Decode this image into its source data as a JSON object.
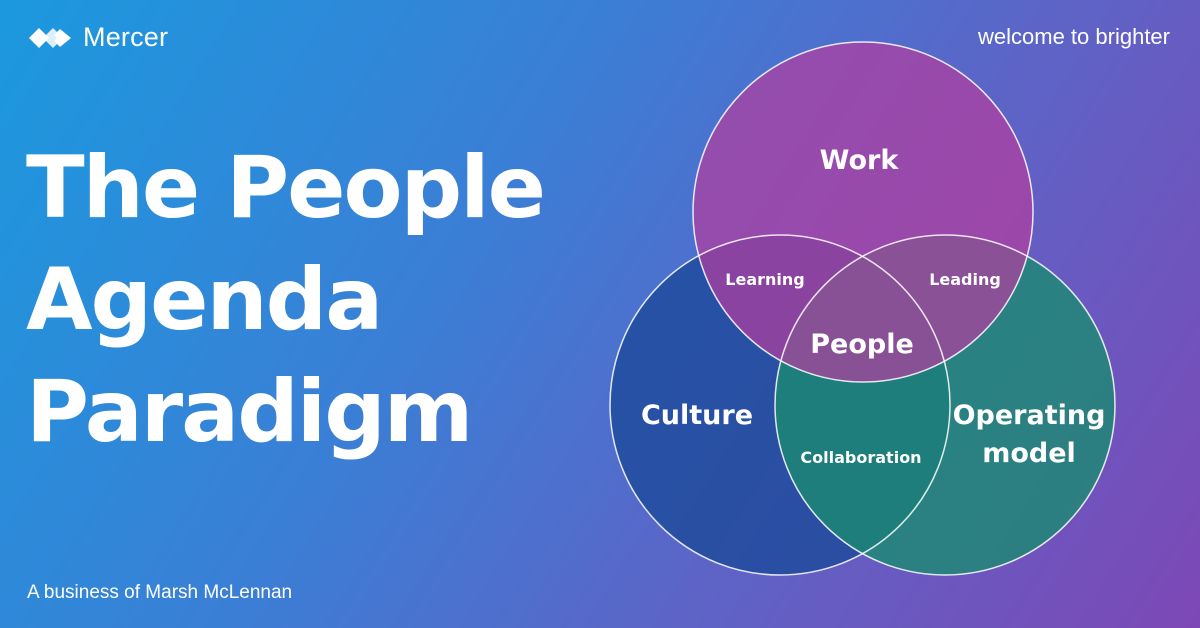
{
  "brand": {
    "name": "Mercer",
    "tagline": "welcome to brighter",
    "footer": "A business of Marsh McLennan"
  },
  "headline": {
    "line1": "The People",
    "line2": "Agenda",
    "line3": "Paradigm"
  },
  "venn": {
    "circles": {
      "work": "Work",
      "culture": "Culture",
      "operating_line1": "Operating",
      "operating_line2": "model"
    },
    "overlaps": {
      "learning": "Learning",
      "leading": "Leading",
      "collaboration": "Collaboration",
      "center": "People"
    },
    "colors": {
      "work": "#b13fa0",
      "culture": "#1f4a9b",
      "operating": "#1a8c70",
      "outline": "#ffffff"
    }
  }
}
